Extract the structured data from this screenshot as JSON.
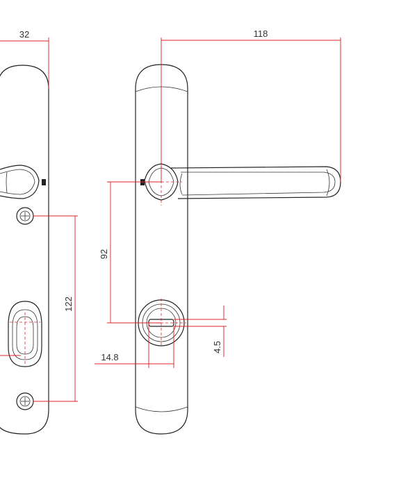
{
  "drawing": {
    "dimensions": {
      "plate_width": "32",
      "lever_length": "118",
      "lever_to_cylinder": "92",
      "screw_spacing": "122",
      "cylinder_offset": "14.8",
      "cylinder_cam": "4.5"
    },
    "colors": {
      "outline": "#222222",
      "dimension": "#e02020",
      "background": "#ffffff"
    }
  }
}
